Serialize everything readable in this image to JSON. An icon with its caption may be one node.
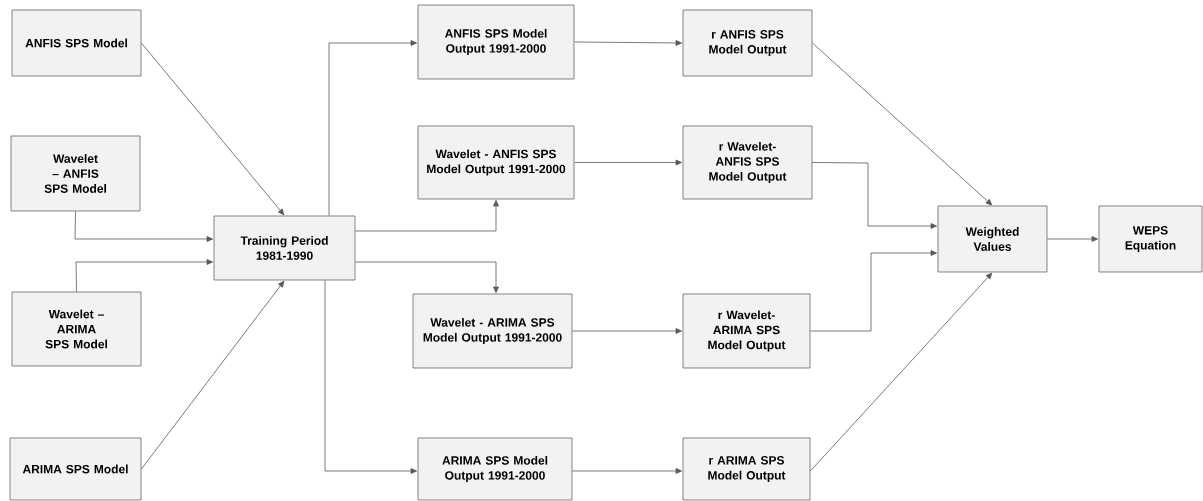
{
  "diagram": {
    "nodes": [
      {
        "text": [
          "ANFIS SPS Model"
        ]
      },
      {
        "text": [
          "Wavelet – ANFIS SPS Model"
        ]
      },
      {
        "text": [
          "Wavelet – ARIMA SPS Model"
        ]
      },
      {
        "text": [
          "ARIMA SPS Model"
        ]
      },
      {
        "text": [
          "Training Period 1981-1990"
        ]
      },
      {
        "text": [
          "ANFIS SPS Model Output 1991-2000"
        ]
      },
      {
        "text": [
          "Wavelet - ANFIS SPS Model Output 1991-2000"
        ]
      },
      {
        "text": [
          "Wavelet - ARIMA SPS Model Output 1991-2000"
        ]
      },
      {
        "text": [
          "ARIMA SPS Model Output 1991-2000"
        ]
      },
      {
        "text": [
          "r  ANFIS SPS Model Output"
        ]
      },
      {
        "text": [
          "r Wavelet- ANFIS SPS Model Output"
        ]
      },
      {
        "text": [
          "r Wavelet- ARIMA SPS Model Output"
        ]
      },
      {
        "text": [
          "r ARIMA SPS Model Output"
        ]
      },
      {
        "text": [
          "Weighted Values"
        ]
      },
      {
        "text": [
          "WEPS Equation"
        ]
      }
    ],
    "edges": [
      {
        "from": 0,
        "to": 4,
        "arrow": "to"
      },
      {
        "from": 1,
        "to": 4,
        "arrow": "to"
      },
      {
        "from": 2,
        "to": 4,
        "arrow": "to"
      },
      {
        "from": 3,
        "to": 4,
        "arrow": "to"
      },
      {
        "from": 4,
        "to": 5,
        "arrow": "to"
      },
      {
        "from": 4,
        "to": 6,
        "arrow": "to"
      },
      {
        "from": 4,
        "to": 7,
        "arrow": "to"
      },
      {
        "from": 4,
        "to": 8,
        "arrow": "to"
      },
      {
        "from": 5,
        "to": 9,
        "arrow": "to"
      },
      {
        "from": 6,
        "to": 10,
        "arrow": "to"
      },
      {
        "from": 7,
        "to": 11,
        "arrow": "to"
      },
      {
        "from": 8,
        "to": 12,
        "arrow": "to"
      },
      {
        "from": 9,
        "to": 13,
        "arrow": "to"
      },
      {
        "from": 10,
        "to": 13,
        "arrow": "to"
      },
      {
        "from": 11,
        "to": 13,
        "arrow": "to"
      },
      {
        "from": 12,
        "to": 13,
        "arrow": "to"
      },
      {
        "from": 13,
        "to": 14,
        "arrow": "to"
      }
    ]
  }
}
